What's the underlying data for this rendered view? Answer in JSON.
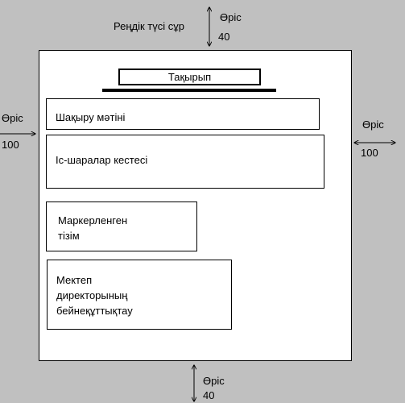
{
  "background_label": "Реңдік түсі сұр",
  "margins": {
    "top": {
      "label": "Өріс",
      "value": "40"
    },
    "left": {
      "label": "Өріс",
      "value": "100"
    },
    "right": {
      "label": "Өріс",
      "value": "100"
    },
    "bottom": {
      "label": "Өріс",
      "value": "40"
    }
  },
  "page": {
    "title": "Тақырып",
    "blocks": {
      "invitation": "Шақыру мәтіні",
      "schedule": "Іс-шаралар кестесі",
      "bullet_list_line1": "Маркерленген",
      "bullet_list_line2": "тізім",
      "director_line1": "Мектеп",
      "director_line2": "директорының",
      "director_line3": "бейнеқұттықтау"
    }
  },
  "colors": {
    "background": "#c0c0c0",
    "page": "#ffffff",
    "lines": "#000000"
  }
}
